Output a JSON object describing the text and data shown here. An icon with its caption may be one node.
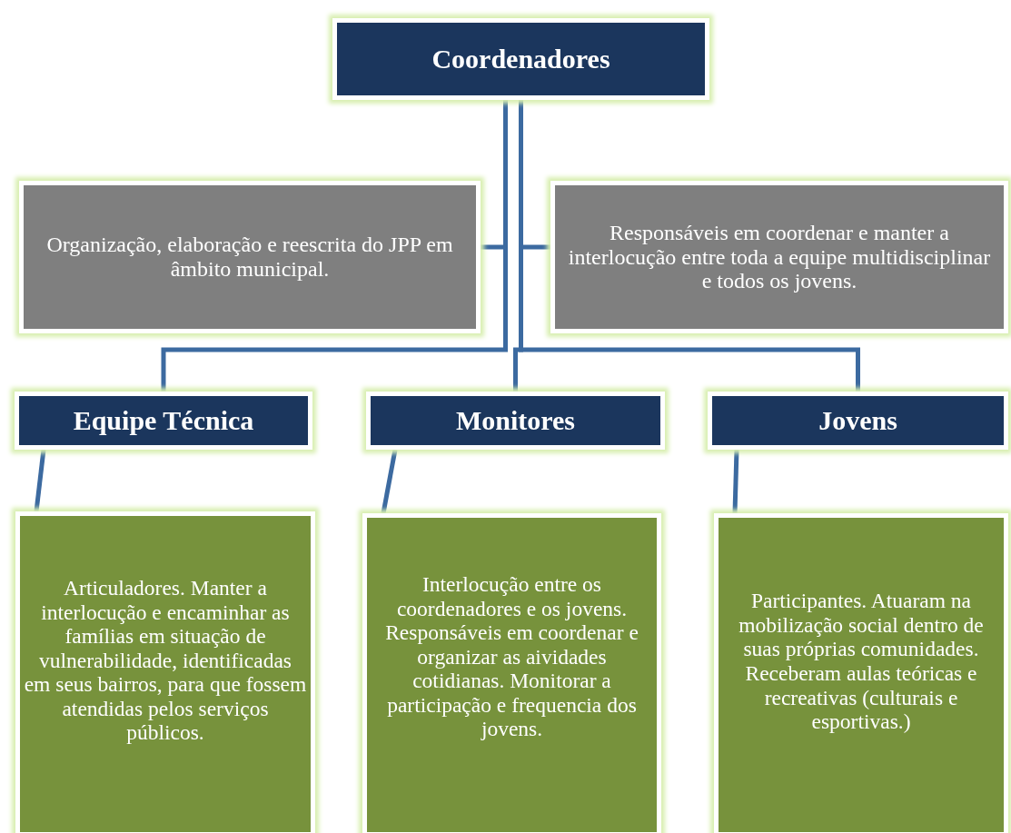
{
  "diagram": {
    "nodes": [
      {
        "text": [
          "Coordenadores"
        ]
      },
      {
        "text": [
          "Organização, elaboração e reescrita do JPP em âmbito municipal."
        ]
      },
      {
        "text": [
          "Responsáveis em coordenar e manter a interlocução entre toda a equipe multidisciplinar e todos os jovens."
        ]
      },
      {
        "text": [
          "Equipe Técnica"
        ]
      },
      {
        "text": [
          "Monitores"
        ]
      },
      {
        "text": [
          "Jovens"
        ]
      },
      {
        "text": [
          "Articuladores. Manter a interlocução e encaminhar as famílias em situação de vulnerabilidade, identificadas em seus bairros, para que fossem atendidas pelos serviços públicos."
        ]
      },
      {
        "text": [
          "Interlocução entre os coordenadores e os jovens. Responsáveis em coordenar e organizar as aividades cotidianas. Monitorar a participação e frequencia dos jovens."
        ]
      },
      {
        "text": [
          "Participantes. Atuaram na mobilização social dentro de suas próprias comunidades. Receberam aulas teóricas e recreativas (culturais e esportivas.)"
        ]
      }
    ],
    "edges": [
      {
        "from": 0,
        "to": 1,
        "arrow": "none"
      },
      {
        "from": 0,
        "to": 2,
        "arrow": "none"
      },
      {
        "from": 0,
        "to": 3,
        "arrow": "none"
      },
      {
        "from": 0,
        "to": 4,
        "arrow": "none"
      },
      {
        "from": 0,
        "to": 5,
        "arrow": "none"
      },
      {
        "from": 3,
        "to": 6,
        "arrow": "none"
      },
      {
        "from": 4,
        "to": 7,
        "arrow": "none"
      },
      {
        "from": 5,
        "to": 8,
        "arrow": "none"
      }
    ]
  }
}
